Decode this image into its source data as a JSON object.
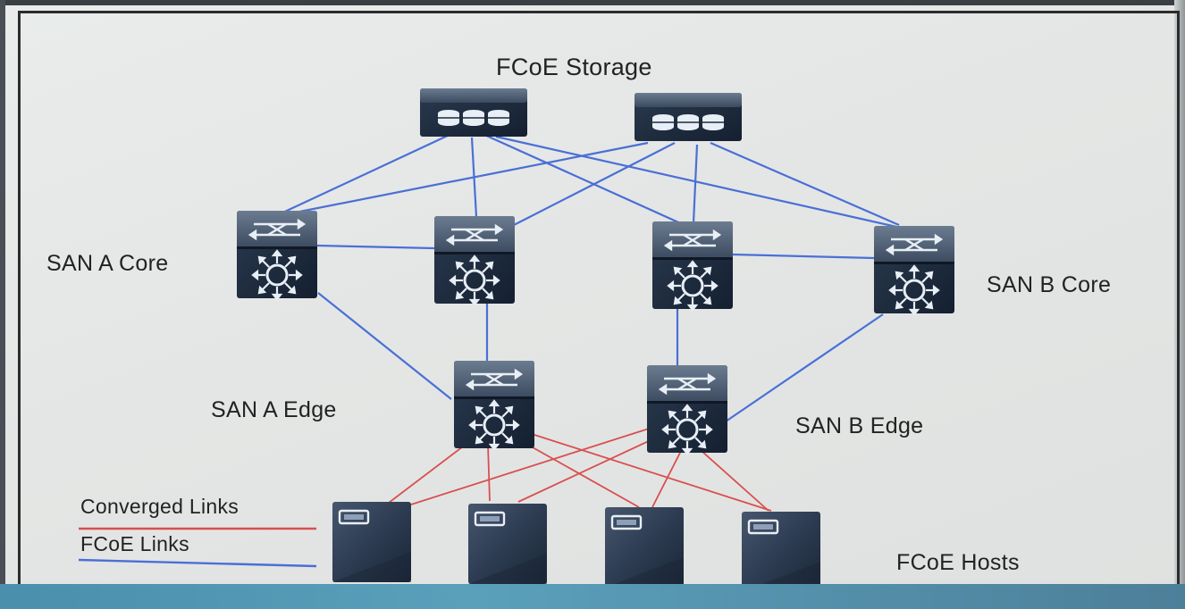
{
  "diagram": {
    "title": "FCoE Storage",
    "labels": {
      "san_a_core": "SAN A Core",
      "san_b_core": "SAN B Core",
      "san_a_edge": "SAN A Edge",
      "san_b_edge": "SAN B Edge",
      "fcoe_hosts": "FCoE Hosts"
    },
    "legend": [
      {
        "label": "Converged Links",
        "color": "#d8504f"
      },
      {
        "label": "FCoE Links",
        "color": "#4a6fd6"
      }
    ],
    "nodes": {
      "storage": [
        {
          "name": "storage-array-1",
          "icon": "disk-array-icon"
        },
        {
          "name": "storage-array-2",
          "icon": "disk-array-icon"
        }
      ],
      "core": [
        {
          "name": "san-a-core-switch-1",
          "icon": "mds-switch-icon"
        },
        {
          "name": "san-a-core-switch-2",
          "icon": "mds-switch-icon"
        },
        {
          "name": "san-b-core-switch-1",
          "icon": "mds-switch-icon"
        },
        {
          "name": "san-b-core-switch-2",
          "icon": "mds-switch-icon"
        }
      ],
      "edge": [
        {
          "name": "san-a-edge-switch",
          "icon": "mds-switch-icon"
        },
        {
          "name": "san-b-edge-switch",
          "icon": "mds-switch-icon"
        }
      ],
      "hosts": [
        {
          "name": "fcoe-host-1",
          "icon": "server-icon"
        },
        {
          "name": "fcoe-host-2",
          "icon": "server-icon"
        },
        {
          "name": "fcoe-host-3",
          "icon": "server-icon"
        },
        {
          "name": "fcoe-host-4",
          "icon": "server-icon"
        }
      ]
    },
    "colors": {
      "fcoe_link": "#4a6fd6",
      "converged_link": "#d8504f",
      "device_dark": "#1d2a3a",
      "device_light": "#5b6b7f"
    }
  }
}
